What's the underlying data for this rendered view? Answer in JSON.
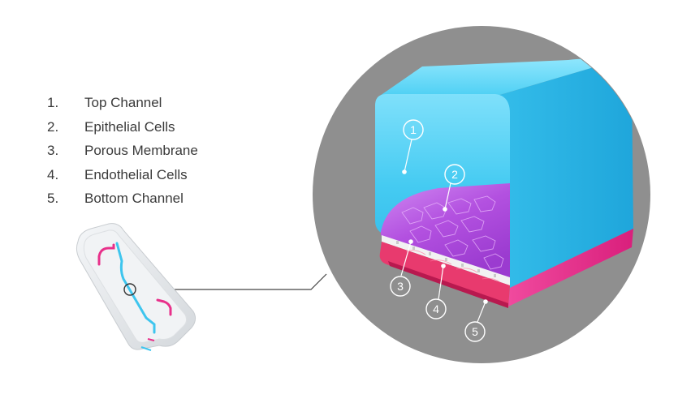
{
  "legend": [
    {
      "number": "1.",
      "label": "Top Channel"
    },
    {
      "number": "2.",
      "label": "Epithelial Cells"
    },
    {
      "number": "3.",
      "label": "Porous Membrane"
    },
    {
      "number": "4.",
      "label": "Endothelial Cells"
    },
    {
      "number": "5.",
      "label": "Bottom Channel"
    }
  ],
  "callouts": [
    "1",
    "2",
    "3",
    "4",
    "5"
  ],
  "colors": {
    "background": "#ffffff",
    "zoom_circle": "#8f8f8f",
    "top_channel": "#3ec5ee",
    "epithelial_cells": "#c05ce6",
    "membrane": "#f2f2f2",
    "endothelial_cells": "#e83a6e",
    "bottom_channel": "#e8308a",
    "chip_body": "#e9ecef",
    "legend_text": "#3a3a3a"
  }
}
